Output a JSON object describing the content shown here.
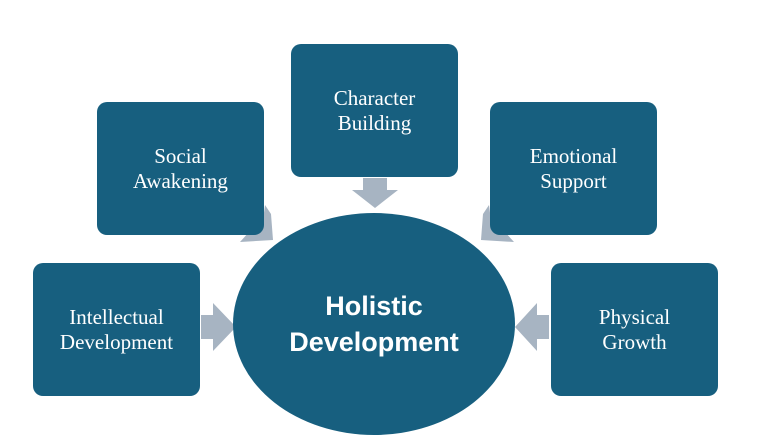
{
  "center": {
    "label": "Holistic\nDevelopment"
  },
  "nodes": {
    "character": "Character\nBuilding",
    "social": "Social\nAwakening",
    "emotional": "Emotional\nSupport",
    "intellectual": "Intellectual\nDevelopment",
    "physical": "Physical\nGrowth"
  },
  "colors": {
    "node_fill": "#175f7f",
    "arrow_fill": "#a7b4c2",
    "text": "#ffffff"
  }
}
